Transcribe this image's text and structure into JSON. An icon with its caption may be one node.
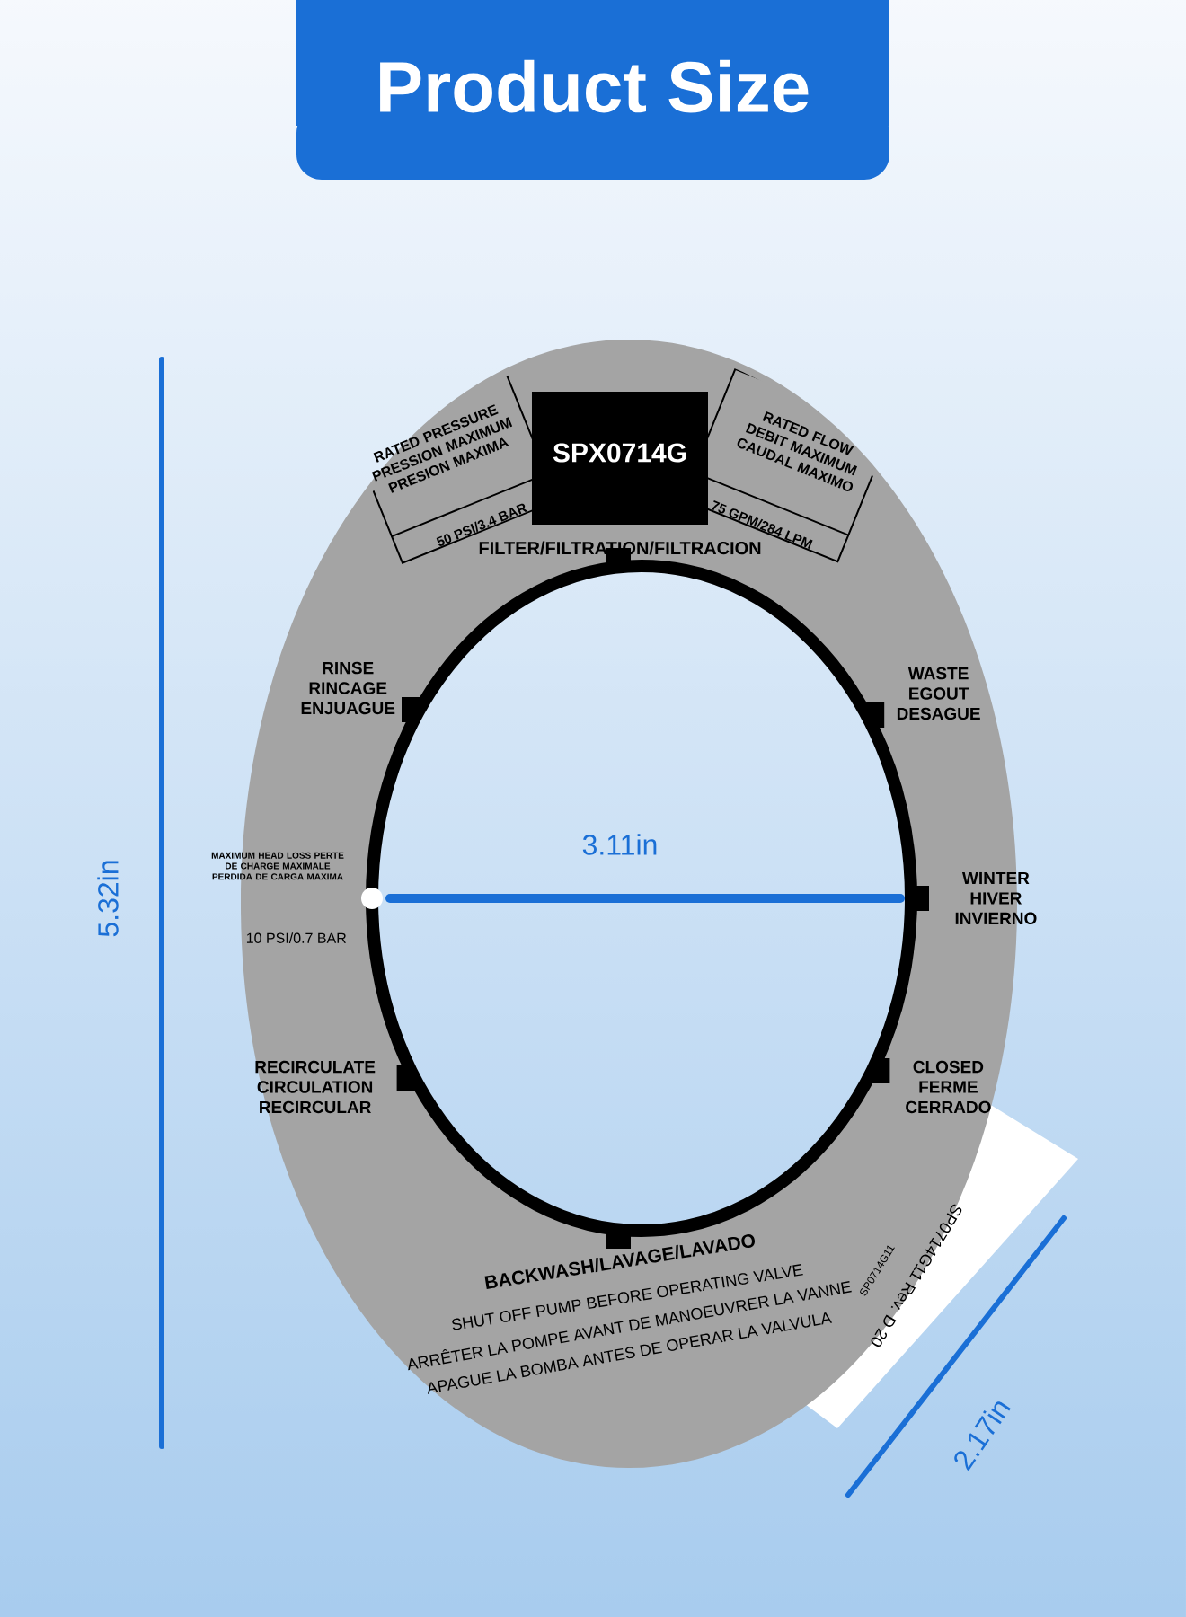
{
  "diagram": {
    "title": "Product Size",
    "labels": [
      "RATED PRESSURE PRESSION MAXIMUM PRESION MAXIMA",
      "SPX0714G",
      "RATED FLOW DEBIT MAXIMUM CAUDAL MAXIMO",
      "50 PSI/3.4 BAR",
      "75 GPM/284 LPM",
      "FILTER/FILTRATION/FILTRACION",
      "RINSE RINCAGE ENJUAGUE",
      "WASTE EGOUT DESAGUE",
      "5.32in",
      "3.11in",
      "MAXIMUM HEAD LOSS PERTE DE CHARGE MAXIMALE PERDIDA DE CARGA MAXIMA",
      "10 PSI/0.7 BAR",
      "WINTER HIVER INVIERNO",
      "RECIRCULATE CIRCULATION RECIRCULAR",
      "CLOSED FERME CERRADO",
      "BACKWASH/LAVAGE/LAVADO",
      "SHUT OFF PUMP BEFORE OPERATING VALVE",
      "ARRÊTER LA POMPE AVANT DE MANOEUVRER LA VANNE",
      "APAGUE LA BOMBA ANTES DE OPERAR LA VALVULA",
      "SP0714G11 Rev. D 20",
      "SP0714G11",
      "2.17in"
    ]
  }
}
